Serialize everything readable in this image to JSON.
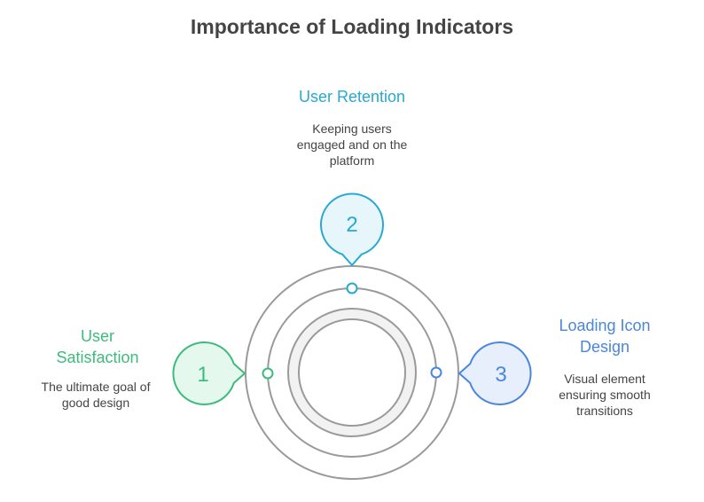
{
  "title": "Importance of Loading Indicators",
  "nodes": [
    {
      "number": "1",
      "title_lines": [
        "User",
        "Satisfaction"
      ],
      "description_lines": [
        "The ultimate goal of",
        "good design"
      ],
      "color": "#3dbb7e",
      "fill": "#e5f8ee"
    },
    {
      "number": "2",
      "title_lines": [
        "User Retention"
      ],
      "description_lines": [
        "Keeping users",
        "engaged and on the",
        "platform"
      ],
      "color": "#27a9d1",
      "fill": "#e6f6fb"
    },
    {
      "number": "3",
      "title_lines": [
        "Loading Icon",
        "Design"
      ],
      "description_lines": [
        "Visual element",
        "ensuring smooth",
        "transitions"
      ],
      "color": "#4a86dc",
      "fill": "#e8effc"
    }
  ],
  "colors": {
    "ring": "#9a9a9a",
    "inner_fill": "#f2f2f2",
    "title": "#444444",
    "text": "#444444"
  }
}
